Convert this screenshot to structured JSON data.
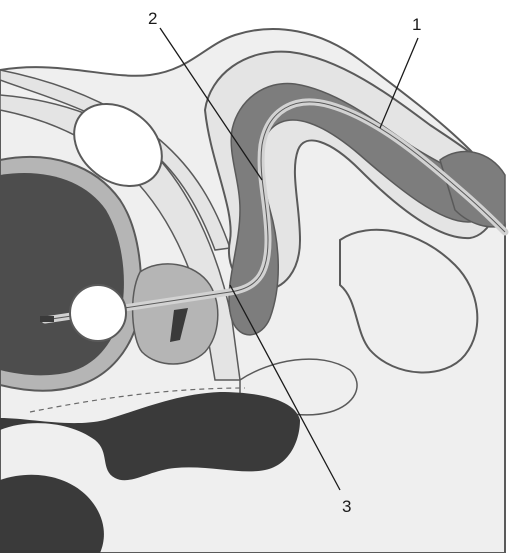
{
  "labels": {
    "callout_1": "1",
    "callout_2": "2",
    "callout_3": "3"
  },
  "colors": {
    "background": "#ffffff",
    "outline": "#5a5a5a",
    "skin": "#efefef",
    "light_tissue": "#e4e4e4",
    "mid_tissue": "#b5b5b5",
    "dark_tissue": "#7d7d7d",
    "very_dark": "#3a3a3a",
    "bladder_dark": "#4d4d4d",
    "balloon": "#ffffff",
    "catheter": "#d2d2d2"
  }
}
